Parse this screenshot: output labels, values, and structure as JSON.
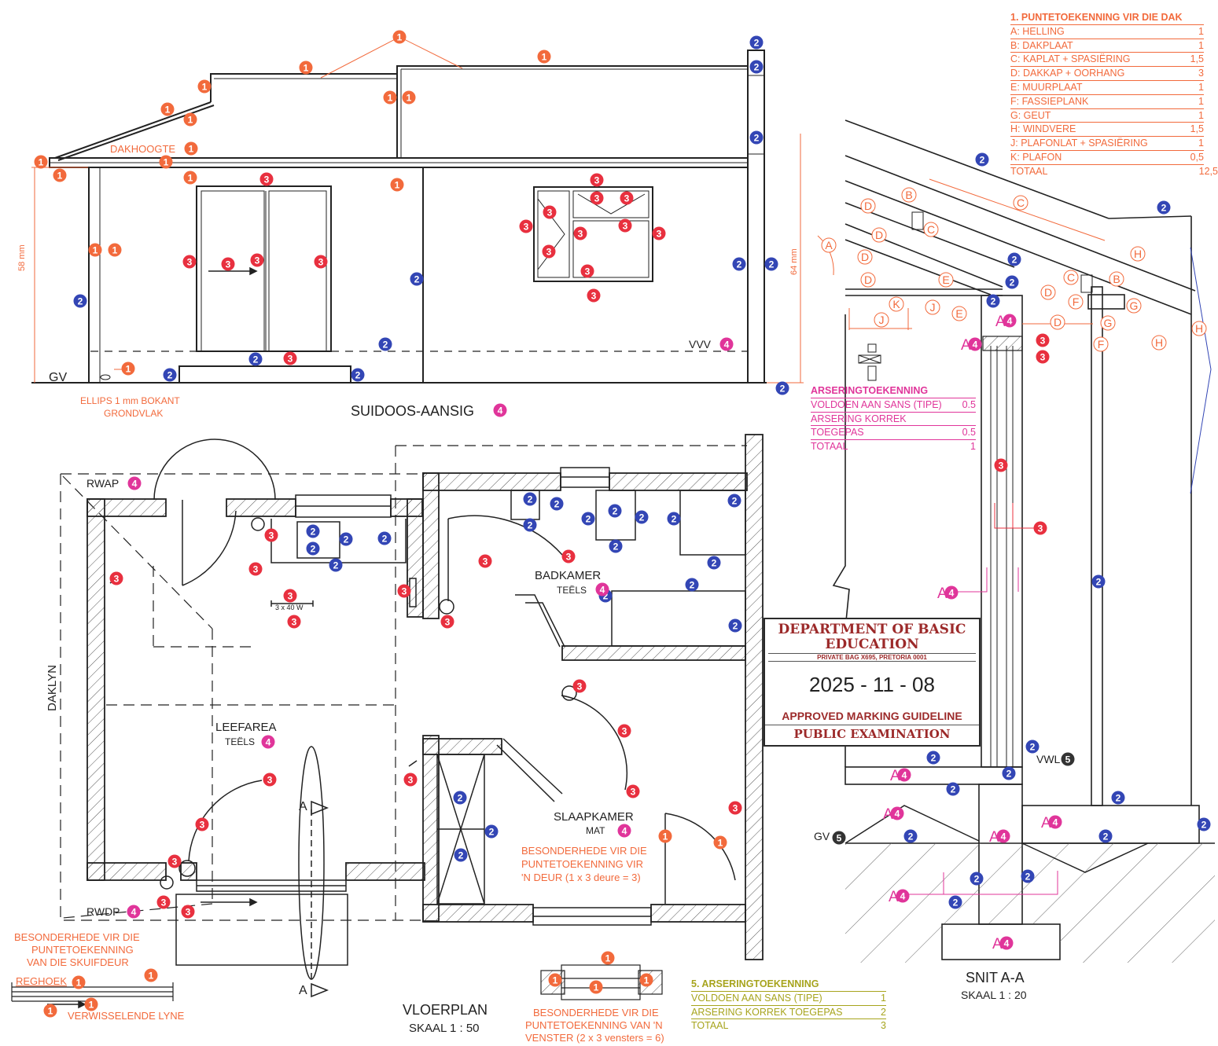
{
  "colors": {
    "orange": "#f26a3c",
    "pink": "#e0359a",
    "blue": "#3346b5",
    "red": "#e8303f",
    "olive": "#a7a41d",
    "dark": "#222222"
  },
  "labels": {
    "elevation_title": "SUIDOOS-AANSIG",
    "dakhoogte": "DAKHOOGTE",
    "gv": "GV",
    "vvv": "VVV",
    "dim_58": "58 mm",
    "dim_64": "64 mm",
    "ellips": [
      "ELLIPS 1 mm BOKANT",
      "GRONDVLAK"
    ],
    "rwap": "RWAP",
    "rwdp": "RWDP",
    "daklyn": "DAKLYN",
    "leefarea": "LEEFAREA",
    "badkamer": "BADKAMER",
    "slaapkamer": "SLAAPKAMER",
    "tiles": "TEËLS",
    "mat": "MAT",
    "lamp": "3 x 40 W",
    "section_a": "A",
    "door_note": [
      "BESONDERHEDE VIR DIE",
      "PUNTETOEKENNING VIR",
      "'N DEUR (1 x 3 deure = 3)"
    ],
    "slide_note": [
      "BESONDERHEDE VIR DIE",
      "PUNTETOEKENNING",
      "VAN DIE SKUIFDEUR"
    ],
    "reghoek": "REGHOEK",
    "verwisselende": "VERWISSELENDE LYNE",
    "plan_title": "VLOERPLAN",
    "plan_scale": "SKAAL 1 : 50",
    "window_note": [
      "BESONDERHEDE VIR DIE",
      "PUNTETOEKENNING VAN 'N",
      "VENSTER (2 x 3 vensters = 6)"
    ],
    "section_title": "SNIT A-A",
    "section_scale": "SKAAL 1 : 20",
    "vwl": "VWL",
    "gv_section": "GV",
    "a4": "A"
  },
  "roof_table": {
    "title": "1. PUNTETOEKENNING VIR DIE DAK",
    "rows": [
      {
        "item": "A: HELLING",
        "points": "1"
      },
      {
        "item": "B: DAKPLAAT",
        "points": "1"
      },
      {
        "item": "C: KAPLAT + SPASIËRING",
        "points": "1,5"
      },
      {
        "item": "D: DAKKAP + OORHANG",
        "points": "3"
      },
      {
        "item": "E: MUURPLAAT",
        "points": "1"
      },
      {
        "item": "F: FASSIEPLANK",
        "points": "1"
      },
      {
        "item": "G: GEUT",
        "points": "1"
      },
      {
        "item": "H: WINDVERE",
        "points": "1,5"
      },
      {
        "item": "J: PLAFONLAT + SPASIËRING",
        "points": "1"
      },
      {
        "item": "K: PLAFON",
        "points": "0,5"
      }
    ],
    "total_label": "TOTAAL",
    "total": "12,5"
  },
  "hatch_table": {
    "title": "ARSERINGTOEKENNING",
    "rows": [
      {
        "item": "VOLDOEN AAN SANS  (TIPE)",
        "points": "0.5"
      },
      {
        "item": "ARSERING KORREK",
        "points": ""
      },
      {
        "item": "TOEGEPAS",
        "points": "0.5"
      }
    ],
    "total_label": "TOTAAL",
    "total": "1"
  },
  "hatch_table_5": {
    "title": "5. ARSERINGTOEKENNING",
    "rows": [
      {
        "item": "VOLDOEN AAN SANS  (TIPE)",
        "points": "1"
      },
      {
        "item": "ARSERING KORREK TOEGEPAS",
        "points": "2"
      }
    ],
    "total_label": "TOTAAL",
    "total": "3"
  },
  "stamp": {
    "department": "DEPARTMENT OF BASIC EDUCATION",
    "address": "PRIVATE BAG X695, PRETORIA 0001",
    "date": "2025 - 11 - 08",
    "approved": "APPROVED MARKING GUIDELINE",
    "public": "PUBLIC EXAMINATION"
  },
  "section_letters": [
    "A",
    "B",
    "C",
    "D",
    "E",
    "F",
    "G",
    "H",
    "J",
    "K"
  ],
  "markers": {
    "one": "1",
    "two": "2",
    "three": "3",
    "four": "4",
    "five": "5"
  }
}
